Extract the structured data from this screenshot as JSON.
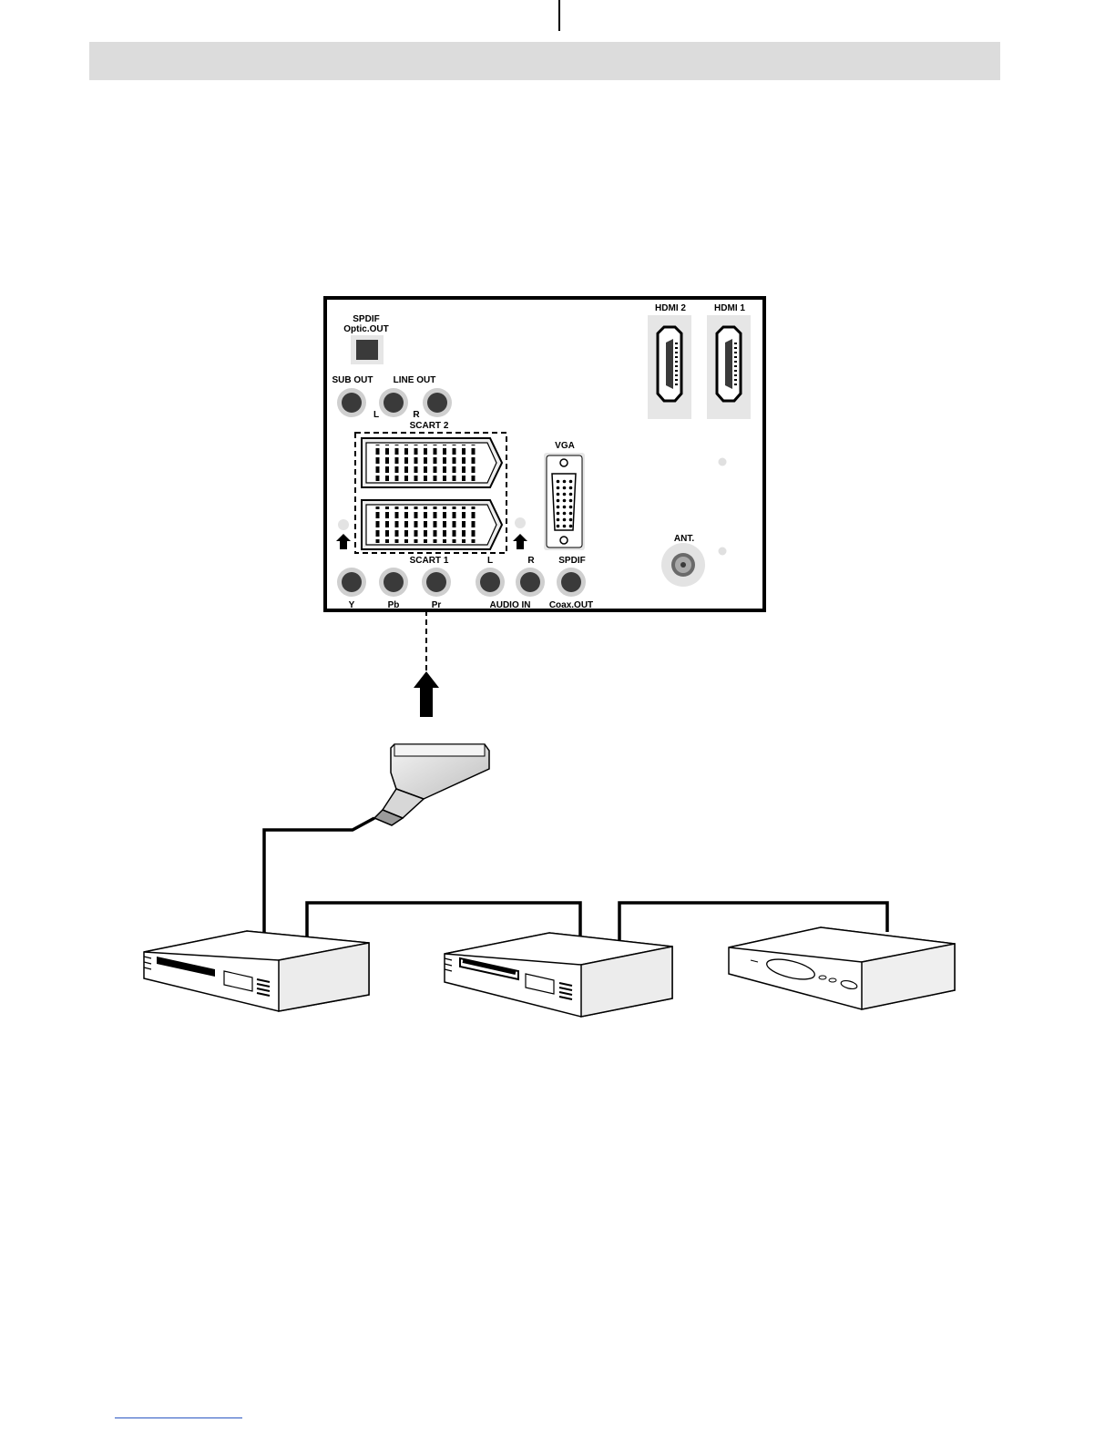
{
  "colors": {
    "header_bar": "#dcdcdc",
    "jack": "#3a3a3a",
    "jack_ring": "#cfcfcf",
    "port_bg": "#e6e6e6",
    "line": "#000000",
    "footer_rule": "#2b56c2"
  },
  "panel": {
    "spdif_optic": [
      "SPDIF",
      "Optic.OUT"
    ],
    "sub_out": "SUB OUT",
    "line_out": "LINE OUT",
    "line_out_l": "L",
    "line_out_r": "R",
    "scart2": "SCART 2",
    "scart1": "SCART 1",
    "vga": "VGA",
    "hdmi2": "HDMI 2",
    "hdmi1": "HDMI 1",
    "ant": "ANT.",
    "audio_in_l": "L",
    "audio_in_r": "R",
    "spdif_coax_top": "SPDIF",
    "y": "Y",
    "pb": "Pb",
    "pr": "Pr",
    "audio_in": "AUDIO IN",
    "coax_out": "Coax.OUT"
  },
  "devices": {
    "device_1": "vcr-icon",
    "device_2": "vcr-icon",
    "device_3": "set-top-box-icon"
  },
  "icons": {
    "connect_arrow": "arrow-up-icon",
    "scart_plug": "scart-plug-icon"
  }
}
